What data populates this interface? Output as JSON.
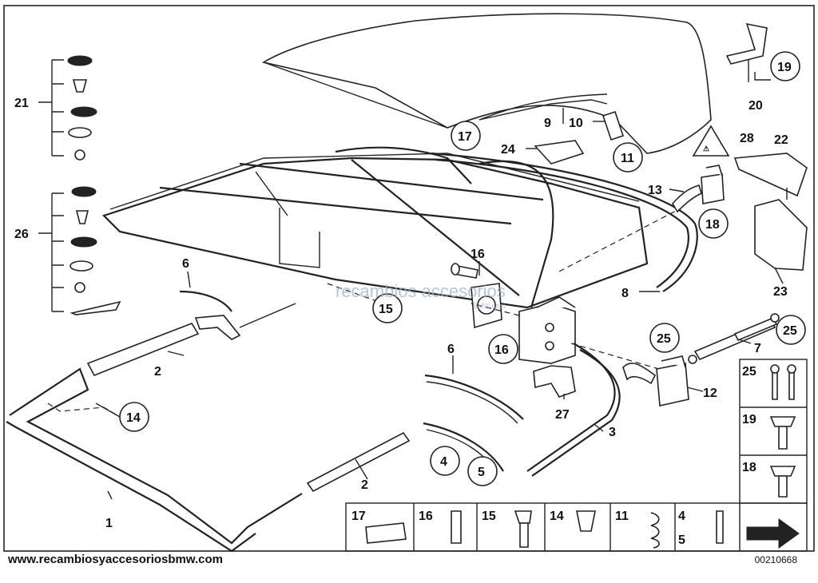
{
  "labels": {
    "l1": "1",
    "l2a": "2",
    "l2b": "2",
    "l3": "3",
    "l4": "4",
    "l5": "5",
    "l6a": "6",
    "l6b": "6",
    "l7": "7",
    "l8": "8",
    "l9": "9",
    "l10": "10",
    "l11": "11",
    "l12": "12",
    "l13": "13",
    "l14": "14",
    "l15": "15",
    "l16a": "16",
    "l16b": "16",
    "l17": "17",
    "l18": "18",
    "l19": "19",
    "l20": "20",
    "l21": "21",
    "l22": "22",
    "l23": "23",
    "l24": "24",
    "l25a": "25",
    "l25b": "25",
    "l26": "26",
    "l27": "27",
    "l28": "28"
  },
  "side_legend": [
    "25",
    "19",
    "18"
  ],
  "bottom_legend": [
    "17",
    "16",
    "15",
    "14",
    "11",
    "4",
    "5"
  ],
  "watermark": {
    "main": "recambios accesorios",
    "sub": "BMW.com"
  },
  "footer_url": "www.recambiosyaccesoriosbmw.com",
  "diagram_code": "00210668"
}
